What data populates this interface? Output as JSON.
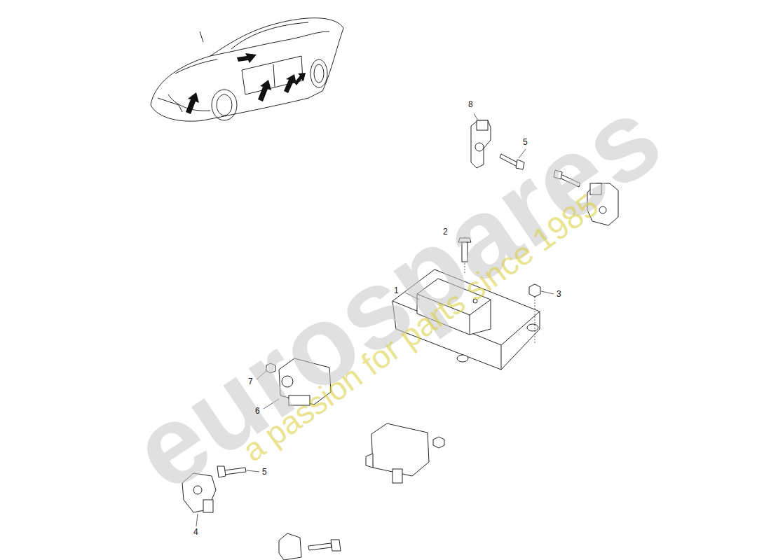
{
  "diagram": {
    "labels": [
      "eurospares",
      "a passion for parts since 1985",
      "8",
      "5",
      "2",
      "1",
      "3",
      "7",
      "6",
      "5",
      "4"
    ]
  }
}
